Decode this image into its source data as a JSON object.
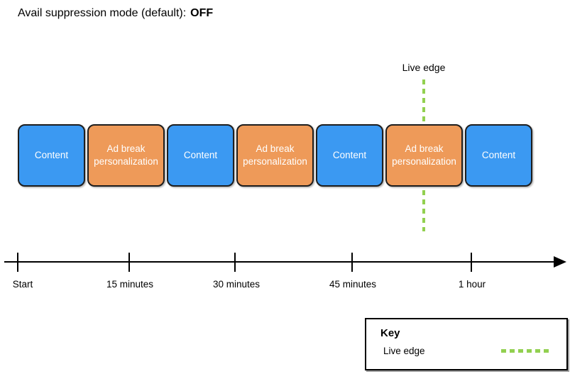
{
  "title": {
    "prefix": "Avail suppression mode (default):",
    "value": "OFF"
  },
  "live_edge": {
    "label": "Live edge"
  },
  "timeline": {
    "blocks": [
      {
        "type": "content",
        "label": "Content"
      },
      {
        "type": "ad-break",
        "label": "Ad break personalization"
      },
      {
        "type": "content",
        "label": "Content"
      },
      {
        "type": "ad-break",
        "label": "Ad break personalization"
      },
      {
        "type": "content",
        "label": "Content"
      },
      {
        "type": "ad-break",
        "label": "Ad break personalization"
      },
      {
        "type": "content",
        "label": "Content"
      }
    ],
    "ticks": [
      {
        "label": "Start"
      },
      {
        "label": "15 minutes"
      },
      {
        "label": "30 minutes"
      },
      {
        "label": "45 minutes"
      },
      {
        "label": "1 hour"
      }
    ]
  },
  "key": {
    "title": "Key",
    "items": [
      {
        "label": "Live edge",
        "style": "green-dotted"
      }
    ]
  },
  "colors": {
    "content_block": "#3B99F2",
    "ad_break_block": "#EE9A59",
    "live_edge_line": "#92D050",
    "axis": "#000000"
  }
}
